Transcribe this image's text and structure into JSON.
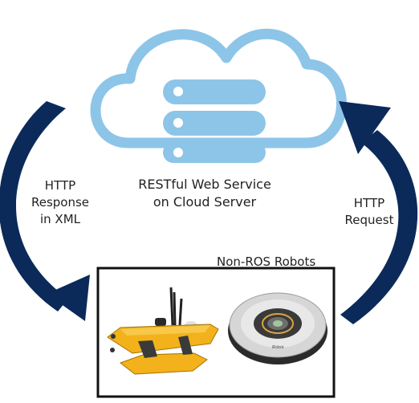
{
  "cloud": {
    "caption_line1": "RESTful Web Service",
    "caption_line2": "on Cloud Server",
    "color": "#8dc5e8"
  },
  "response_arrow": {
    "line1": "HTTP",
    "line2": "Response",
    "line3": "in XML",
    "color": "#0b2a5a"
  },
  "request_arrow": {
    "line1": "HTTP",
    "line2": "Request",
    "color": "#0b2a5a"
  },
  "robots_box": {
    "title": "Non-ROS Robots",
    "items": [
      "boat-robot-image",
      "vacuum-robot-image"
    ],
    "vacuum_brand": "iRobot"
  }
}
